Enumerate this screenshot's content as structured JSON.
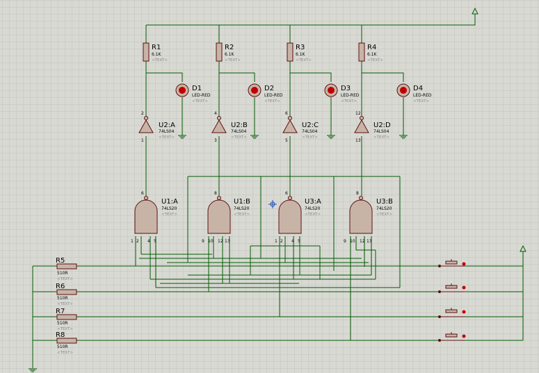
{
  "schematic": {
    "resistors_top": [
      {
        "ref": "R1",
        "value": "6.1K",
        "text": "<TEXT>"
      },
      {
        "ref": "R2",
        "value": "6.1K",
        "text": "<TEXT>"
      },
      {
        "ref": "R3",
        "value": "6.1K",
        "text": "<TEXT>"
      },
      {
        "ref": "R4",
        "value": "6.1K",
        "text": "<TEXT>"
      }
    ],
    "leds": [
      {
        "ref": "D1",
        "value": "LED-RED",
        "text": "<TEXT>"
      },
      {
        "ref": "D2",
        "value": "LED-RED",
        "text": "<TEXT>"
      },
      {
        "ref": "D3",
        "value": "LED-RED",
        "text": "<TEXT>"
      },
      {
        "ref": "D4",
        "value": "LED-RED",
        "text": "<TEXT>"
      }
    ],
    "inverters": [
      {
        "ref": "U2:A",
        "value": "74LS04",
        "text": "<TEXT>",
        "pin_in": "1",
        "pin_out": "2"
      },
      {
        "ref": "U2:B",
        "value": "74LS04",
        "text": "<TEXT>",
        "pin_in": "3",
        "pin_out": "4"
      },
      {
        "ref": "U2:C",
        "value": "74LS04",
        "text": "<TEXT>",
        "pin_in": "5",
        "pin_out": "6"
      },
      {
        "ref": "U2:D",
        "value": "74LS04",
        "text": "<TEXT>",
        "pin_in": "13",
        "pin_out": "12"
      }
    ],
    "nand_gates": [
      {
        "ref": "U1:A",
        "value": "74LS20",
        "text": "<TEXT>",
        "pin_out": "6",
        "pins_in": [
          "1",
          "2",
          "4",
          "5"
        ]
      },
      {
        "ref": "U1:B",
        "value": "74LS20",
        "text": "<TEXT>",
        "pin_out": "8",
        "pins_in": [
          "9",
          "10",
          "12",
          "13"
        ]
      },
      {
        "ref": "U3:A",
        "value": "74LS20",
        "text": "<TEXT>",
        "pin_out": "6",
        "pins_in": [
          "1",
          "2",
          "4",
          "5"
        ]
      },
      {
        "ref": "U3:B",
        "value": "74LS20",
        "text": "<TEXT>",
        "pin_out": "8",
        "pins_in": [
          "9",
          "10",
          "12",
          "13"
        ]
      }
    ],
    "resistors_bottom": [
      {
        "ref": "R5",
        "value": "510R",
        "text": "<TEXT>"
      },
      {
        "ref": "R6",
        "value": "510R",
        "text": "<TEXT>"
      },
      {
        "ref": "R7",
        "value": "510R",
        "text": "<TEXT>"
      },
      {
        "ref": "R8",
        "value": "510R",
        "text": "<TEXT>"
      }
    ],
    "colors": {
      "background": "#d9d9d4",
      "grid": "#c4c4be",
      "wire": "#005a00",
      "body": "#c8b4a6",
      "outline": "#5a1010",
      "led": "#c00000",
      "button_dot": "#c00000",
      "text": "#000000",
      "placeholder_text": "#888888"
    }
  }
}
